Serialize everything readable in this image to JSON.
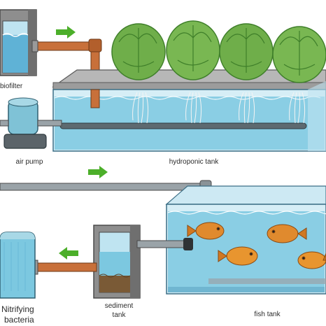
{
  "labels": {
    "biofilter": "biofilter",
    "air_pump": "air pump",
    "hydroponic_tank": "hydroponic tank",
    "sediment_tank_line1": "sediment",
    "sediment_tank_line2": "tank",
    "fish_tank": "fish tank",
    "nitrifying_line1": "Nitrifying",
    "nitrifying_line2": "bacteria"
  },
  "colors": {
    "water": "#7cc8e0",
    "water_dark": "#3e9fc4",
    "glass": "#d6eef6",
    "pipe_copper": "#c8703a",
    "pipe_grey": "#9aa3a8",
    "lettuce": "#6fae4a",
    "lettuce_dark": "#3f7f2a",
    "fish": "#e08a2e",
    "arrow": "#4caf2a",
    "concrete": "#8c8c8c"
  },
  "icons": [
    "flow-arrow-icon",
    "lettuce-icon",
    "fish-icon",
    "root-icon"
  ]
}
